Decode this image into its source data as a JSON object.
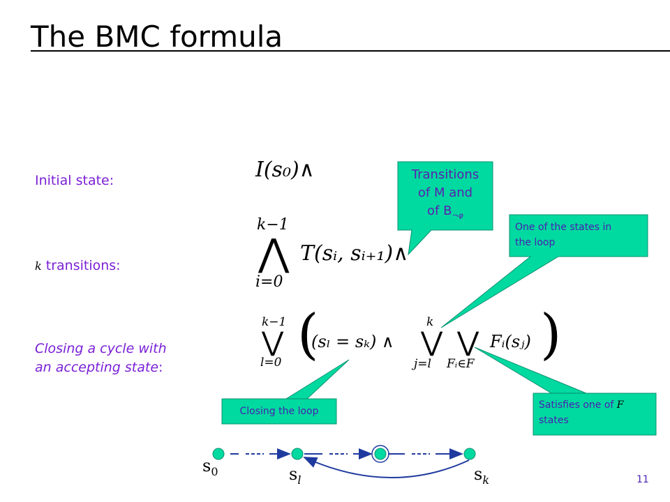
{
  "slide": {
    "title": "The BMC formula",
    "page_number": "11"
  },
  "labels": {
    "initial_state": "Initial state:",
    "k_var": "k",
    "transitions": " transitions:",
    "closing_line1": "Closing a cycle with",
    "closing_line2_pre": "an accepting state",
    "closing_line2_post": ":"
  },
  "formulas": {
    "initial": "I(s₀)∧",
    "transitions_upper": "k−1",
    "transitions_lower": "i=0",
    "transitions_body": "T(sᵢ, sᵢ₊₁)∧",
    "cycle_upper": "k−1",
    "cycle_lower": "l=0",
    "cycle_eq": "(sₗ = sₖ) ∧",
    "cycle_inner_upper": "k",
    "cycle_inner_lower": "j=l",
    "cycle_inner2_lower": "Fᵢ∈F",
    "cycle_body": "Fᵢ(sⱼ)"
  },
  "callouts": {
    "transitions": {
      "line1": "Transitions",
      "line2": "of M and",
      "line3_pre": "of B",
      "line3_sub": "¬φ"
    },
    "loop_state": {
      "line1": "One of the states in",
      "line2": "the loop"
    },
    "closing_loop": "Closing the loop",
    "satisfies": {
      "line1_pre": "Satisfies one of ",
      "line1_var": "F",
      "line2": "states"
    }
  },
  "nodes": {
    "s0_base": "s",
    "s0_sub": "0",
    "sl_base": "s",
    "sl_sub": "l",
    "sk_base": "s",
    "sk_sub": "k"
  },
  "colors": {
    "callout_fill": "#00d9a0",
    "label_purple": "#7a1fd6",
    "node_fill": "#00d9a0",
    "arrow_blue": "#1f3a9e"
  }
}
